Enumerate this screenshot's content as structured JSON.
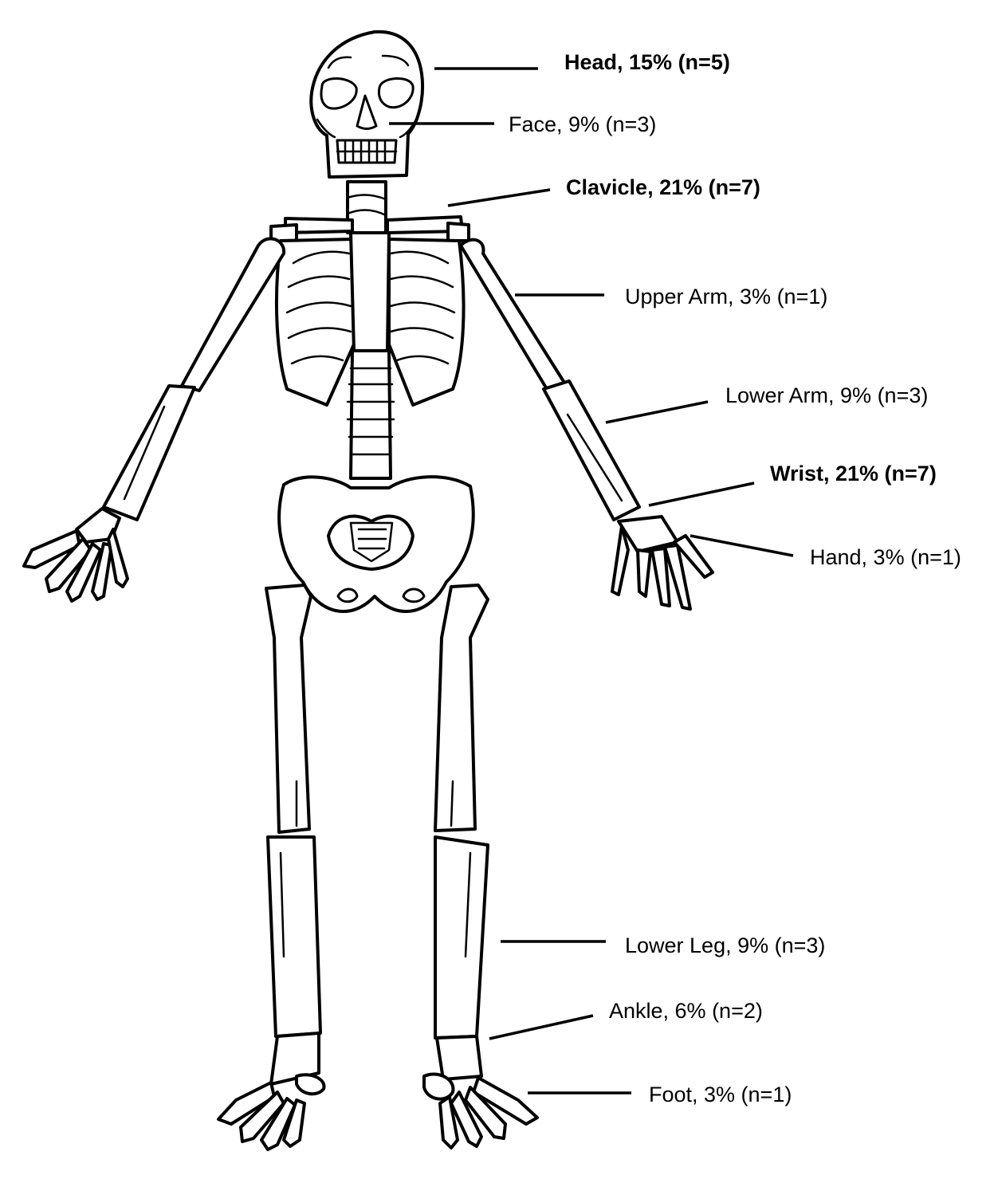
{
  "labels": [
    {
      "id": "head",
      "text": "Head, 15% (n=5)",
      "bold": true
    },
    {
      "id": "face",
      "text": "Face, 9% (n=3)",
      "bold": false
    },
    {
      "id": "clavicle",
      "text": "Clavicle, 21% (n=7)",
      "bold": true
    },
    {
      "id": "upper-arm",
      "text": "Upper Arm, 3% (n=1)",
      "bold": false
    },
    {
      "id": "lower-arm",
      "text": "Lower Arm, 9% (n=3)",
      "bold": false
    },
    {
      "id": "wrist",
      "text": "Wrist, 21% (n=7)",
      "bold": true
    },
    {
      "id": "hand",
      "text": "Hand, 3% (n=1)",
      "bold": false
    },
    {
      "id": "lower-leg",
      "text": "Lower Leg, 9% (n=3)",
      "bold": false
    },
    {
      "id": "ankle",
      "text": "Ankle, 6% (n=2)",
      "bold": false
    },
    {
      "id": "foot",
      "text": "Foot, 3% (n=1)",
      "bold": false
    }
  ]
}
